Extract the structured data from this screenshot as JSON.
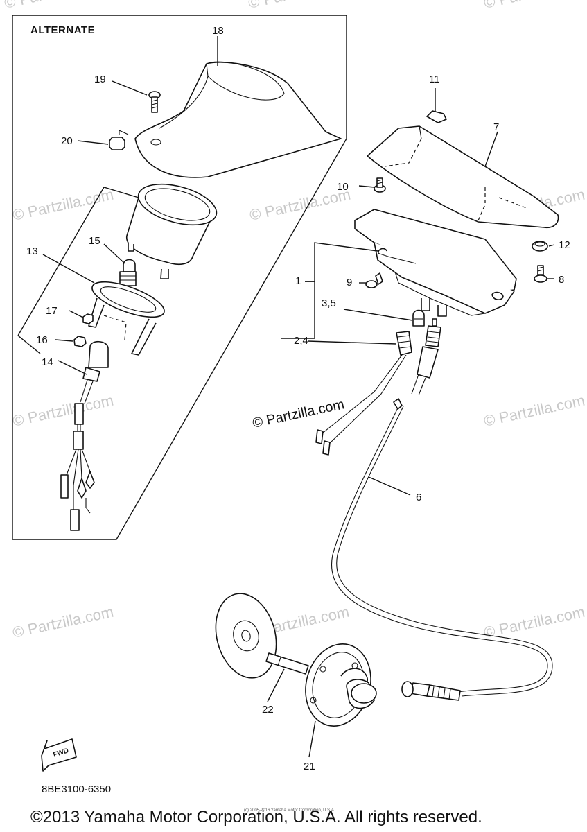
{
  "alternate_label": "ALTERNATE",
  "callouts": [
    {
      "id": "c1",
      "text": "1"
    },
    {
      "id": "c2-4",
      "text": "2,4"
    },
    {
      "id": "c3-5",
      "text": "3,5"
    },
    {
      "id": "c6",
      "text": "6"
    },
    {
      "id": "c7",
      "text": "7"
    },
    {
      "id": "c8",
      "text": "8"
    },
    {
      "id": "c9",
      "text": "9"
    },
    {
      "id": "c10",
      "text": "10"
    },
    {
      "id": "c11",
      "text": "11"
    },
    {
      "id": "c12",
      "text": "12"
    },
    {
      "id": "c13",
      "text": "13"
    },
    {
      "id": "c14",
      "text": "14"
    },
    {
      "id": "c15",
      "text": "15"
    },
    {
      "id": "c16",
      "text": "16"
    },
    {
      "id": "c17",
      "text": "17"
    },
    {
      "id": "c18",
      "text": "18"
    },
    {
      "id": "c19",
      "text": "19"
    },
    {
      "id": "c20",
      "text": "20"
    },
    {
      "id": "c21",
      "text": "21"
    },
    {
      "id": "c22",
      "text": "22"
    }
  ],
  "watermark": "© Partzilla.com",
  "center_watermark": "© Partzilla.com",
  "fwd_label": "FWD",
  "diagram_code": "8BE3100-6350",
  "copyright_small": "(c) 2005-2016 Yamaha Motor Corporation, U.S.A.",
  "copyright": "©2013 Yamaha Motor Corporation, U.S.A. All rights reserved."
}
